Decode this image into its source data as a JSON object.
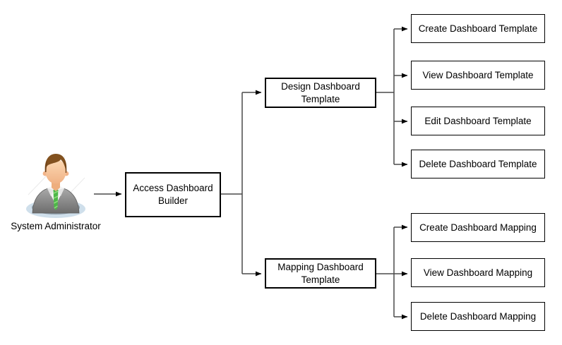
{
  "diagram": {
    "actor": {
      "label": "System Administrator",
      "icon": "person-icon"
    },
    "nodes": {
      "access": {
        "label": "Access Dashboard Builder"
      },
      "design": {
        "label": "Design Dashboard Template"
      },
      "mapping": {
        "label": "Mapping Dashboard Template"
      },
      "create_template": {
        "label": "Create Dashboard Template"
      },
      "view_template": {
        "label": "View Dashboard Template"
      },
      "edit_template": {
        "label": "Edit Dashboard Template"
      },
      "delete_template": {
        "label": "Delete Dashboard Template"
      },
      "create_mapping": {
        "label": "Create Dashboard Mapping"
      },
      "view_mapping": {
        "label": "View Dashboard Mapping"
      },
      "delete_mapping": {
        "label": "Delete Dashboard Mapping"
      }
    },
    "colors": {
      "background": "#ffffff",
      "box_border": "#000000",
      "box_fill": "#ffffff",
      "text": "#000000",
      "connector_line": "#4a4a4a",
      "arrowhead": "#000000",
      "actor_suit": "#8c8c8c",
      "actor_tie": "#4db848",
      "actor_skin": "#f7c79c",
      "actor_hair": "#82511f",
      "actor_base": "#cfdfeb"
    }
  }
}
